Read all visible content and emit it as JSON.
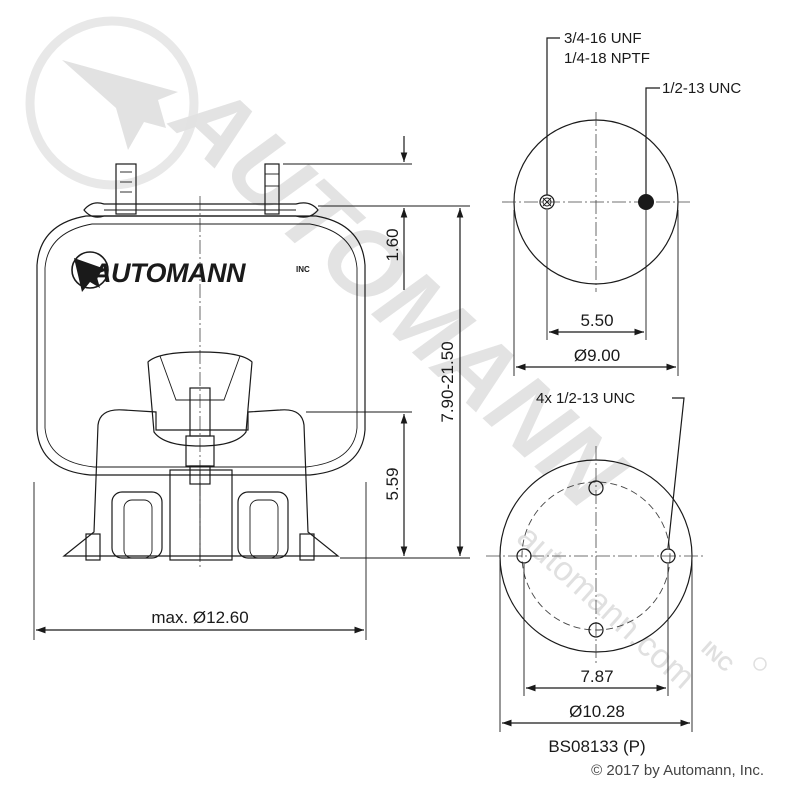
{
  "watermark": {
    "brand": "AUTOMANN",
    "url": "automann.com"
  },
  "logo": {
    "text": "AUTOMANN",
    "suffix": "INC"
  },
  "side_view": {
    "dim_overall_diameter": "max. Ø12.60",
    "dim_stud_height": "1.60",
    "dim_height_range": "7.90-21.50",
    "dim_piston_height": "5.59"
  },
  "top_plate": {
    "label_air_fitting_1": "3/4-16 UNF",
    "label_air_fitting_2": "1/4-18 NPTF",
    "label_stud": "1/2-13 UNC",
    "dim_stud_spacing": "5.50",
    "dim_plate_diameter": "Ø9.00"
  },
  "bottom_plate": {
    "label_holes": "4x 1/2-13 UNC",
    "dim_bolt_circle": "7.87",
    "dim_plate_diameter": "Ø10.28"
  },
  "part_number": "BS08133 (P)",
  "copyright": "© 2017 by Automann, Inc.",
  "colors": {
    "line": "#1a1a1a",
    "watermark": "#e2e2e2"
  }
}
